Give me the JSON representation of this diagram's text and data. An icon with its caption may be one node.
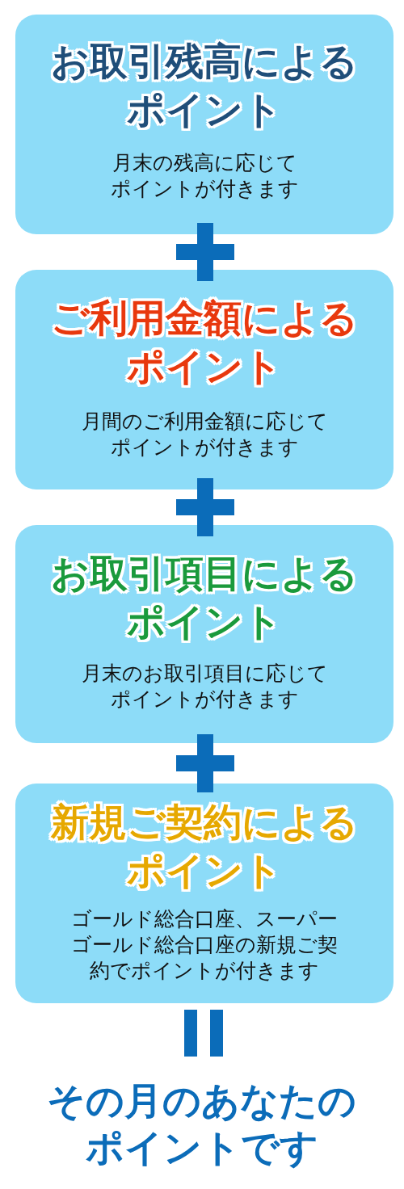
{
  "diagram": {
    "nodes": [
      {
        "text": [
          "お取引残高によるポイント",
          "月末の残高に応じてポイントが付きます"
        ]
      },
      {
        "text": [
          "ご利用金額によるポイント",
          "月間のご利用金額に応じてポイントが付きます"
        ]
      },
      {
        "text": [
          "お取引項目によるポイント",
          "月末のお取引項目に応じてポイントが付きます"
        ]
      },
      {
        "text": [
          "新規ご契約によるポイント",
          "ゴールド総合口座、スーパーゴールド総合口座の新規ご契約でポイントが付きます"
        ]
      },
      {
        "text": [
          "その月のあなたのポイントです"
        ]
      }
    ],
    "edges": []
  }
}
